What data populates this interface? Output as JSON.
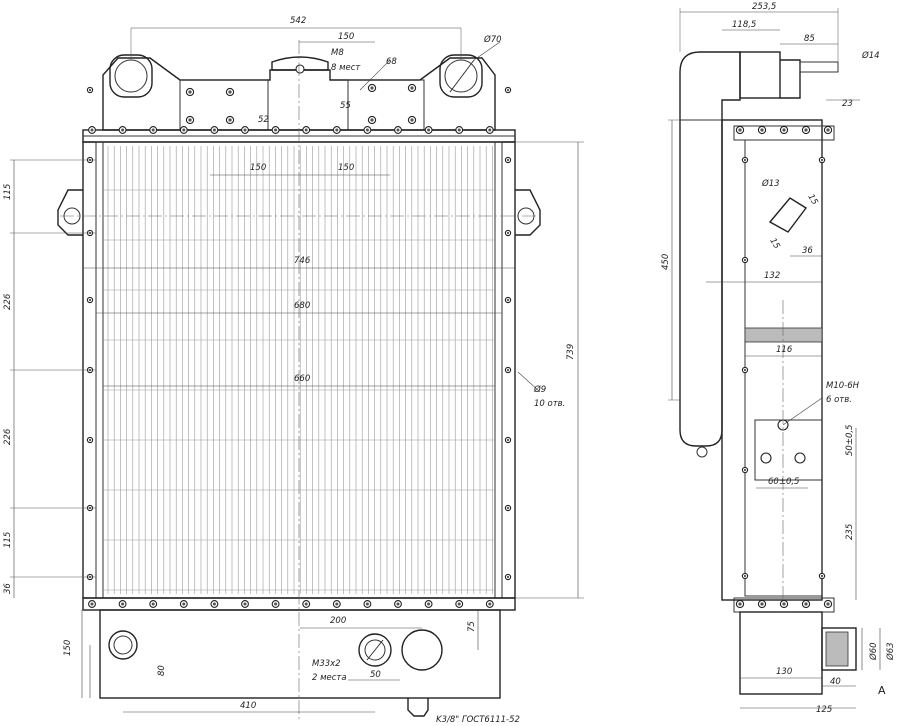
{
  "front_view": {
    "dimensions": {
      "overall_width": "542",
      "bolt_spacing_top": "150",
      "thread_note": "M8",
      "thread_count": "8 мест",
      "pitch_68": "68",
      "vertical_55": "55",
      "vertical_52": "52",
      "core_spacing_left": "150",
      "core_spacing_right": "150",
      "pipe_diameter": "Ø70",
      "width_746": "746",
      "width_680": "680",
      "width_660": "660",
      "height_739": "739",
      "hole_diameter": "Ø9",
      "hole_count": "10 отв.",
      "side_115_top": "115",
      "side_226_a": "226",
      "side_226_b": "226",
      "side_115_bottom": "115",
      "side_36": "36",
      "bottom_200": "200",
      "bottom_75": "75",
      "bottom_150": "150",
      "bottom_80": "80",
      "thread_m33": "М33х2",
      "thread_m33_count": "2 места",
      "bottom_50": "50",
      "bottom_410": "410",
      "drain_note": "K3/8\" ГОСТ6111-52"
    }
  },
  "side_view": {
    "dimensions": {
      "total_253": "253,5",
      "d_118": "118,5",
      "d_85": "85",
      "d_phi14": "Ø14",
      "d_23": "23",
      "d_450": "450",
      "d_phi13": "Ø13",
      "d_15a": "15",
      "d_15b": "15",
      "d_36": "36",
      "d_132": "132",
      "d_116": "116",
      "thread_m10": "M10-6H",
      "thread_m10_count": "6 отв.",
      "d_50": "50±0,5",
      "d_60": "60±0,5",
      "d_235": "235",
      "d_phi60": "Ø60",
      "d_phi63": "Ø63",
      "d_130": "130",
      "d_40": "40",
      "d_125": "125",
      "view_letter": "A"
    }
  }
}
